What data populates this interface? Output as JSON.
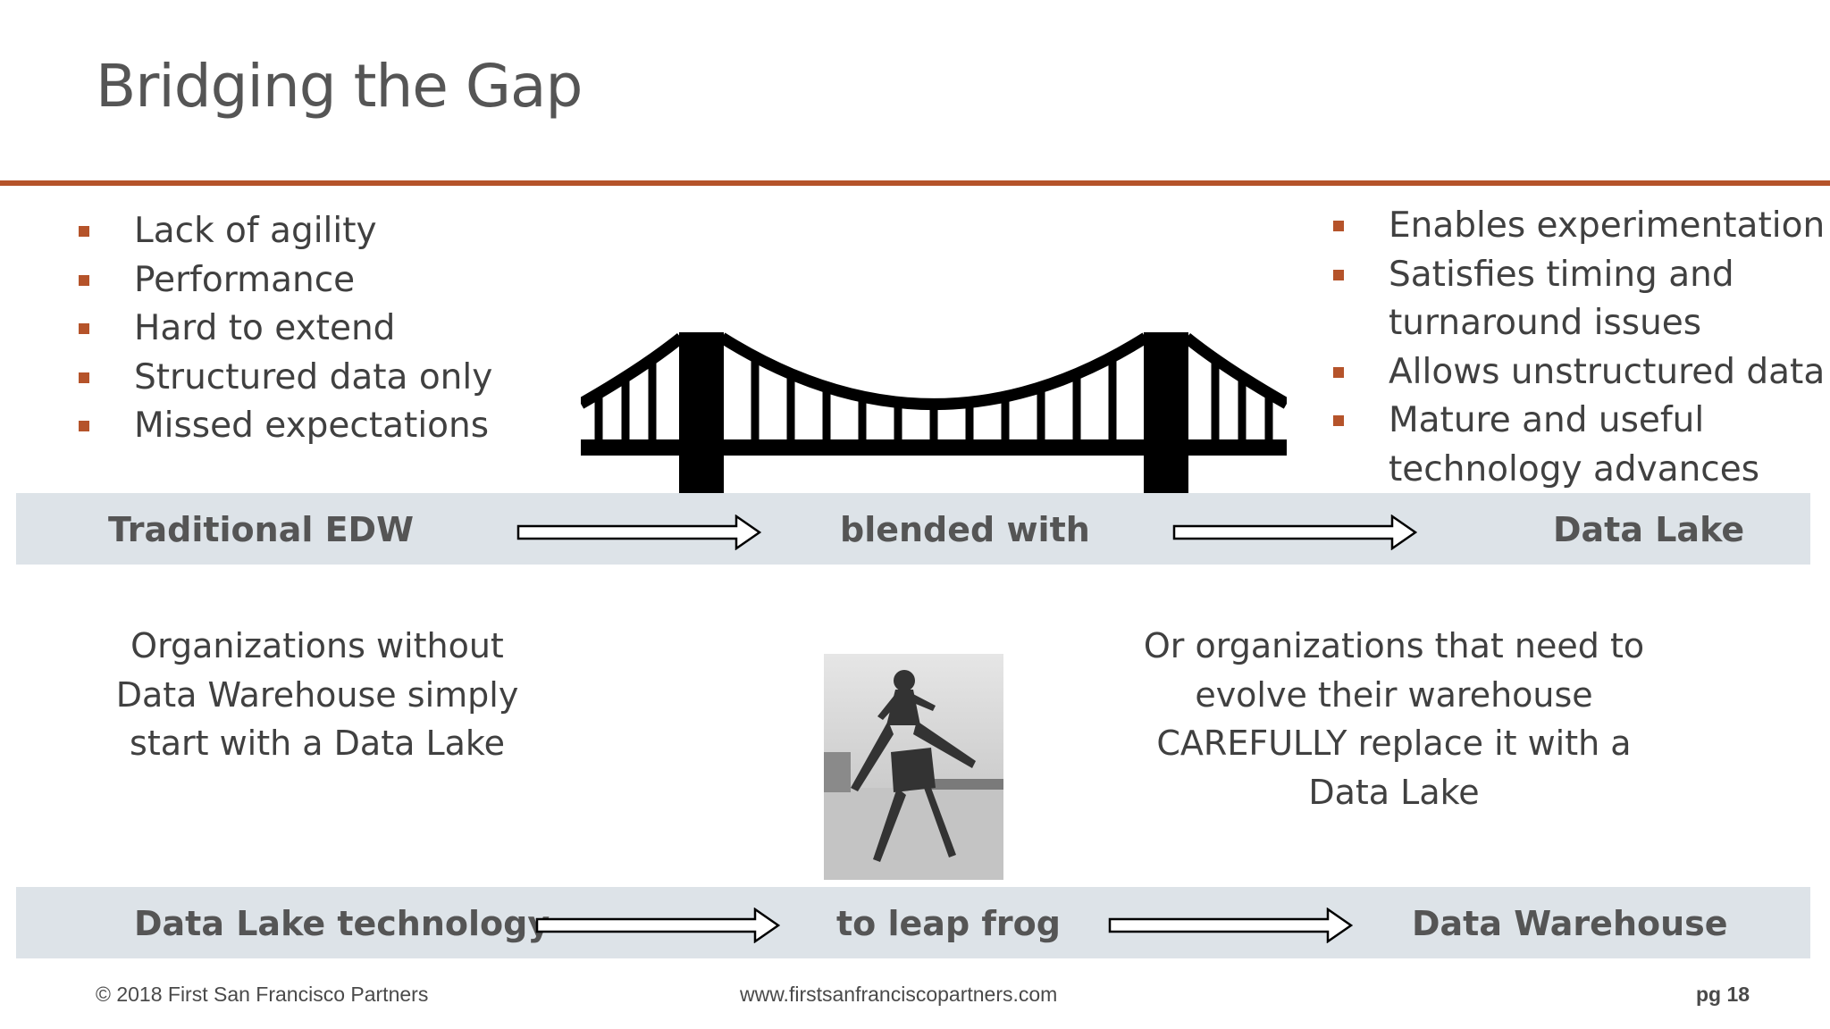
{
  "slide": {
    "title": "Bridging the Gap",
    "accent_color": "#b5532a",
    "band_color": "#dde3e8"
  },
  "left_bullets": [
    "Lack of agility",
    "Performance",
    "Hard to extend",
    "Structured data only",
    "Missed expectations"
  ],
  "right_bullets": [
    "Enables experimentation",
    "Satisfies timing and turnaround issues",
    "Allows unstructured data",
    "Mature and useful technology advances"
  ],
  "bridge_icon": "suspension-bridge-icon",
  "band1": {
    "left": "Traditional EDW",
    "middle": "blended with",
    "right": "Data Lake"
  },
  "paragraphs": {
    "left": "Organizations without Data Warehouse simply start with a Data Lake",
    "right": "Or organizations that need to evolve their warehouse CAREFULLY replace it with a Data Lake"
  },
  "photo_icon": "leapfrog-photo",
  "band2": {
    "left": "Data Lake technology",
    "middle": "to leap frog",
    "right": "Data Warehouse"
  },
  "footer": {
    "copyright": "© 2018 First San Francisco Partners",
    "url": "www.firstsanfranciscopartners.com",
    "page": "pg 18"
  }
}
